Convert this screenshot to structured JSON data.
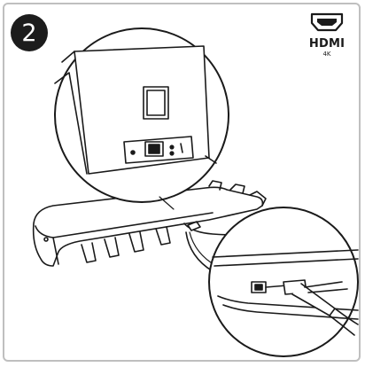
{
  "step": {
    "number": "2"
  },
  "hdmi_badge": {
    "label": "HDMI",
    "sublabel": "4K",
    "icon": "hdmi-port-icon"
  },
  "illustration": {
    "icons": [
      "tv-back-panel-zoom",
      "soundbar",
      "hdmi-cable",
      "hdmi-connection-zoom"
    ]
  },
  "colors": {
    "ink": "#1a1a1a",
    "frame": "#bfbfbf",
    "badge": "#1c1c1c",
    "background": "#ffffff"
  }
}
